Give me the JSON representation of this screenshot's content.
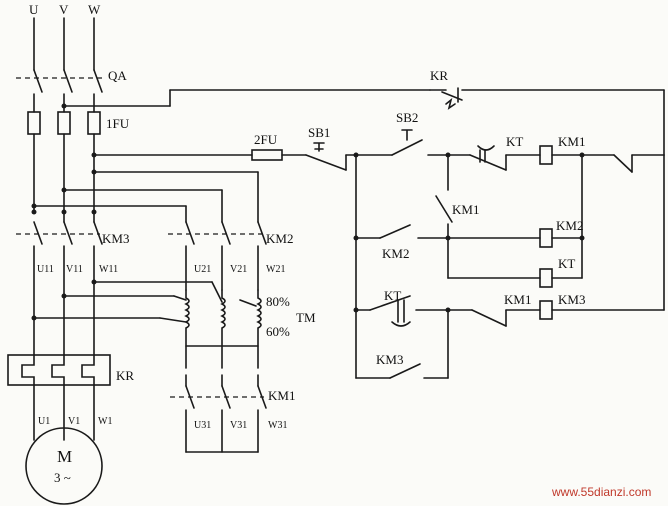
{
  "labels": {
    "phase_u": "U",
    "phase_v": "V",
    "phase_w": "W",
    "qa": "QA",
    "fu1": "1FU",
    "km3": "KM3",
    "km2_main": "KM2",
    "km1_main": "KM1",
    "u11": "U11",
    "v11": "V11",
    "w11": "W11",
    "u21": "U21",
    "v21": "V21",
    "w21": "W21",
    "u31": "U31",
    "v31": "V31",
    "w31": "W31",
    "tap80": "80%",
    "tap60": "60%",
    "tm": "TM",
    "kr_relay": "KR",
    "u1": "U1",
    "v1": "V1",
    "w1": "W1",
    "motor_m": "M",
    "motor_3": "3 ~",
    "kr_contact": "KR",
    "fu2": "2FU",
    "sb1": "SB1",
    "sb2": "SB2",
    "kt_top": "KT",
    "km1_coil_label": "KM1",
    "km1_aux": "KM1",
    "km2_coil_label": "KM2",
    "km2_aux": "KM2",
    "kt_coil_label": "KT",
    "kt_contact": "KT",
    "km1_nc": "KM1",
    "km3_coil_label": "KM3",
    "km3_aux": "KM3"
  },
  "watermark": "www.55dianzi.com"
}
